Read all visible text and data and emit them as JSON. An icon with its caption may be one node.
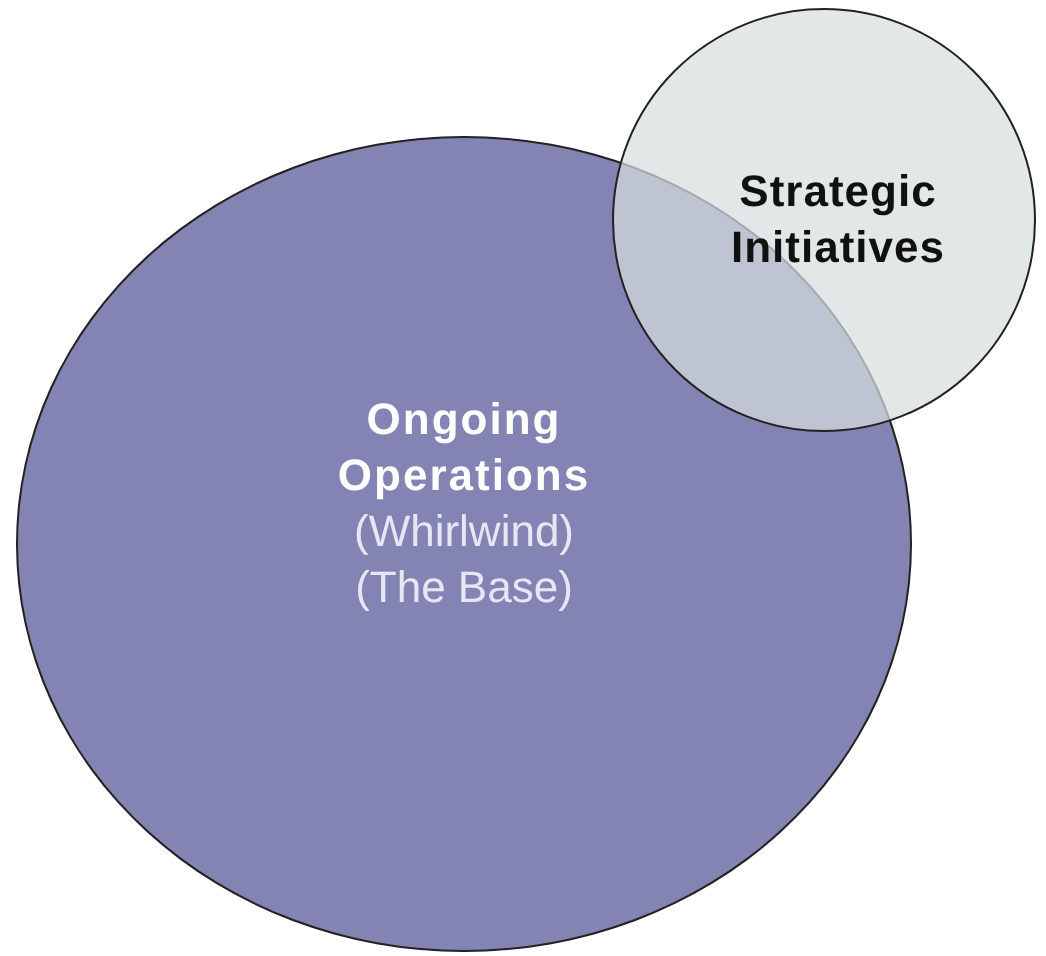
{
  "diagram": {
    "nodes": [
      {
        "text": [
          "Ongoing Operations",
          "(Whirlwind)",
          "(The Base)"
        ]
      },
      {
        "text": [
          "Strategic Initiatives"
        ]
      }
    ]
  }
}
